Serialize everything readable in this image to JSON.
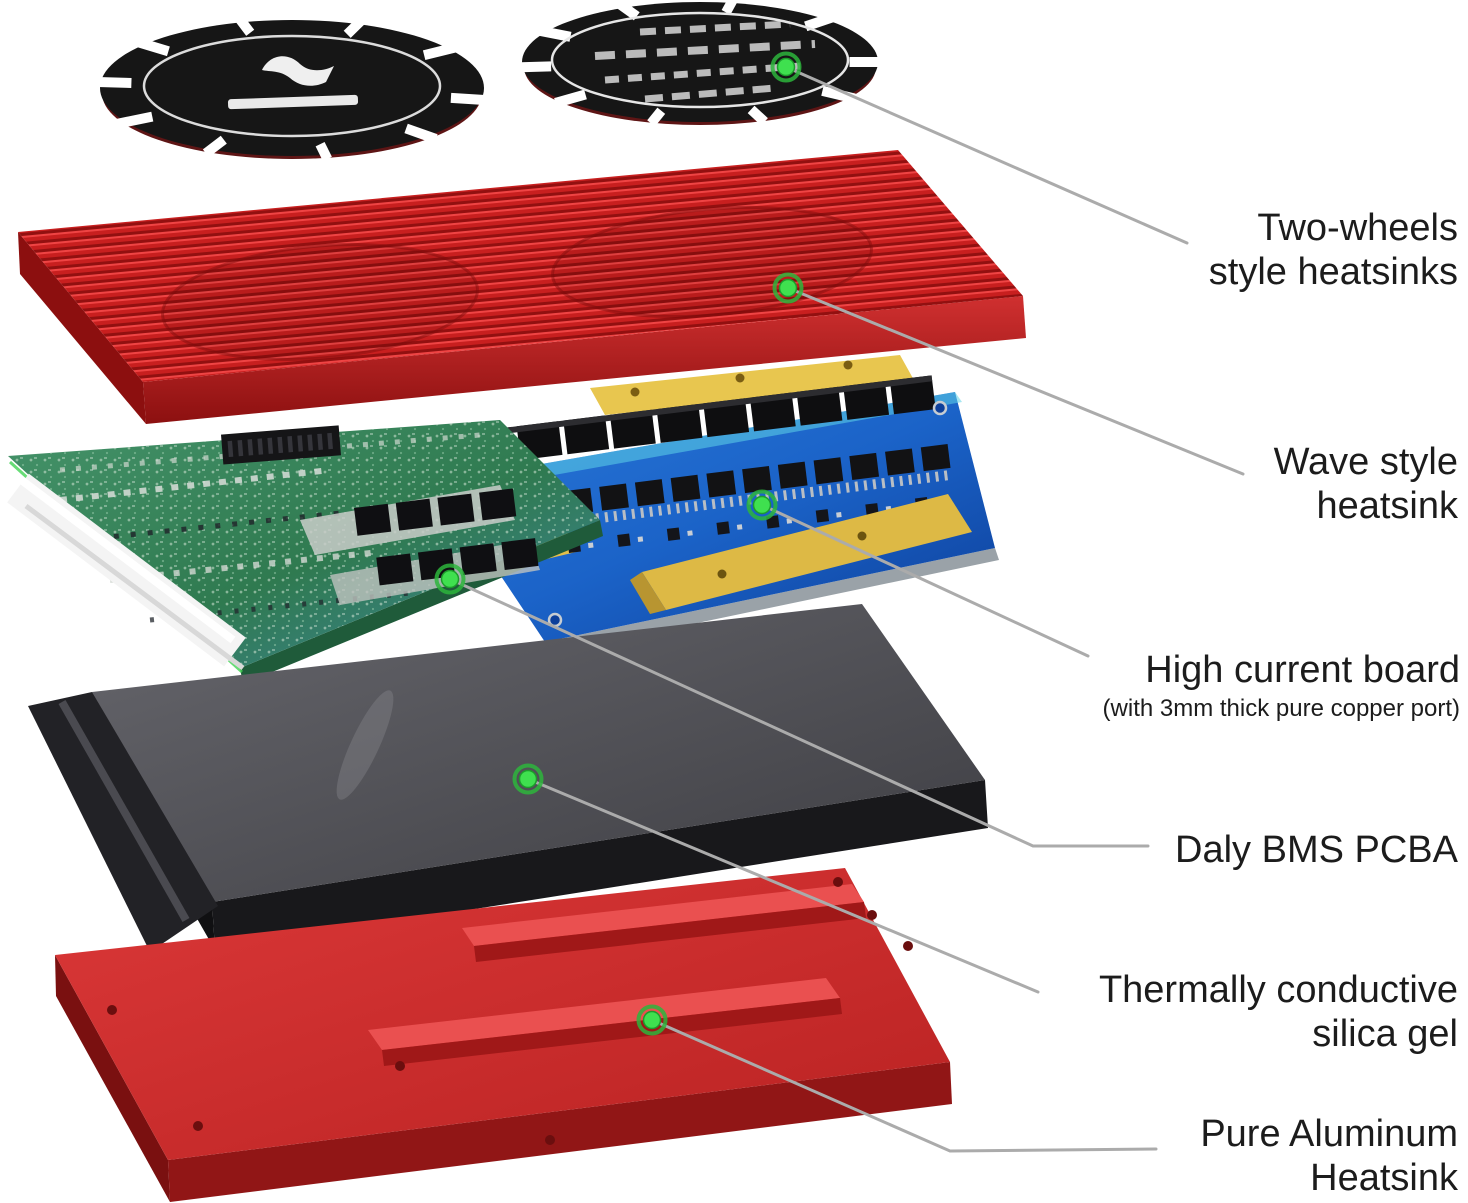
{
  "callouts": {
    "two_wheels": {
      "line1": "Two-wheels",
      "line2": "style heatsinks"
    },
    "wave": {
      "line1": "Wave style",
      "line2": "heatsink"
    },
    "high_current": {
      "line1": "High current board",
      "sub": "(with 3mm thick pure copper port)"
    },
    "daly_pcba": {
      "line1": "Daly BMS PCBA"
    },
    "silica_gel": {
      "line1": "Thermally conductive",
      "line2": "silica gel"
    },
    "aluminum": {
      "line1": "Pure Aluminum",
      "line2": "Heatsink"
    }
  },
  "palette": {
    "background": "#ffffff",
    "leader_line": "#ababab",
    "marker_green": "#3fe04f",
    "marker_ring": "#2db53c",
    "wave_heatsink_red": "#d92323",
    "aluminum_plate_red": "#cf2b2b",
    "pcb_green": "#3a8a5e",
    "high_current_board_blue": "#1b63c8",
    "copper_port_gold": "#e8c64f",
    "silica_gel_gray": "#4a4a4f",
    "wheel_heatsink_black": "#161616",
    "text": "#1c1c1c"
  }
}
